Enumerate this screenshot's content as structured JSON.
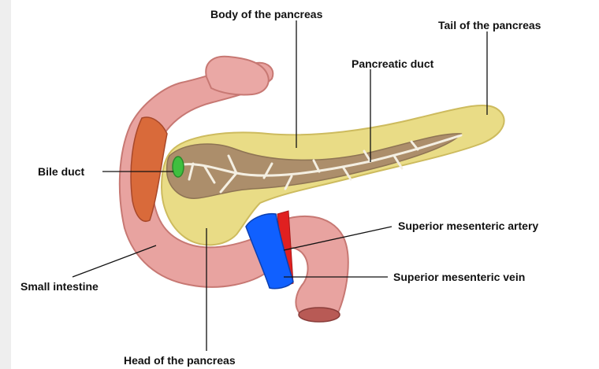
{
  "labels": {
    "body": "Body of the pancreas",
    "tail": "Tail of the pancreas",
    "duct": "Pancreatic duct",
    "bile": "Bile duct",
    "artery": "Superior mesenteric artery",
    "vein": "Superior mesenteric vein",
    "intestine": "Small intestine",
    "head": "Head of the pancreas"
  },
  "colors": {
    "pancreas": "#e9dc86",
    "pancreas_shadow": "#cdbb5e",
    "duct_channel": "#a98a6a",
    "duct_lines": "#f4efe2",
    "intestine": "#e8a3a0",
    "intestine_shadow": "#c77873",
    "intestine_inner": "#d96a3a",
    "bile_duct": "#3fbf3f",
    "vein": "#1060ff",
    "artery": "#e02020"
  }
}
